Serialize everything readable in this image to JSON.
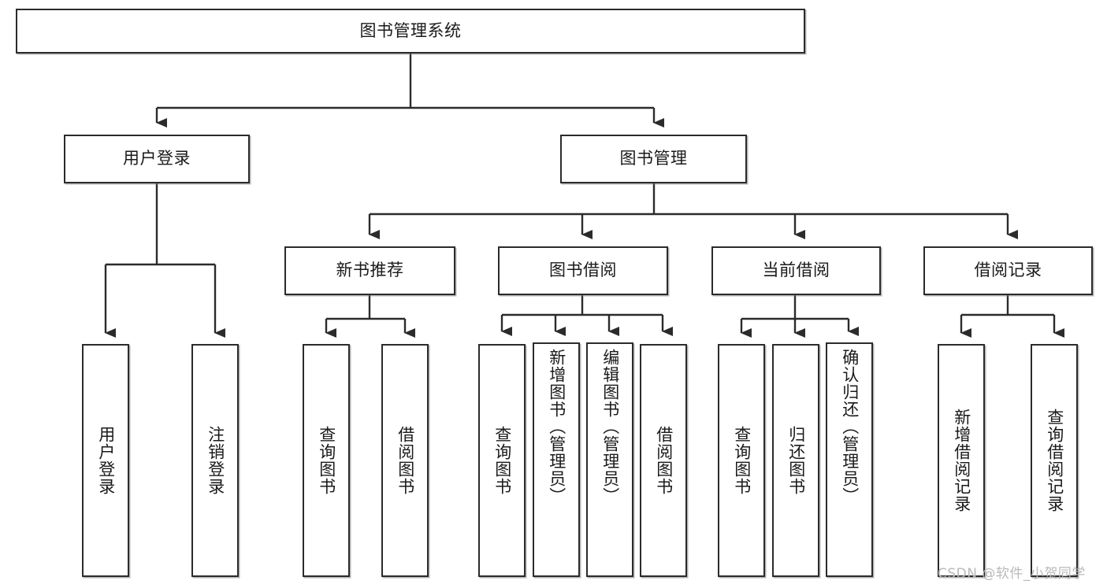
{
  "diagram": {
    "type": "tree-hierarchy-chart",
    "title": "图书管理系统",
    "colors": {
      "stroke": "#2b2b2b",
      "fill": "#ffffff",
      "text": "#1a1a1a",
      "watermark": "#b9b9b9"
    },
    "root": {
      "label": "图书管理系统"
    },
    "level2": [
      {
        "label": "用户登录"
      },
      {
        "label": "图书管理"
      }
    ],
    "level3": [
      {
        "label": "新书推荐"
      },
      {
        "label": "图书借阅"
      },
      {
        "label": "当前借阅"
      },
      {
        "label": "借阅记录"
      }
    ],
    "leaves": {
      "user_login": [
        {
          "label": "用户登录"
        },
        {
          "label": "注销登录"
        }
      ],
      "new_book_recommend": [
        {
          "label": "查询图书"
        },
        {
          "label": "借阅图书"
        }
      ],
      "book_borrow": [
        {
          "label": "查询图书"
        },
        {
          "label": "新增图书（管理员）"
        },
        {
          "label": "编辑图书（管理员）"
        },
        {
          "label": "借阅图书"
        }
      ],
      "current_borrow": [
        {
          "label": "查询图书"
        },
        {
          "label": "归还图书"
        },
        {
          "label": "确认归还（管理员）"
        }
      ],
      "borrow_record": [
        {
          "label": "新增借阅记录"
        },
        {
          "label": "查询借阅记录"
        }
      ]
    }
  },
  "watermark": {
    "text": "CSDN @软件_小贺同学"
  }
}
